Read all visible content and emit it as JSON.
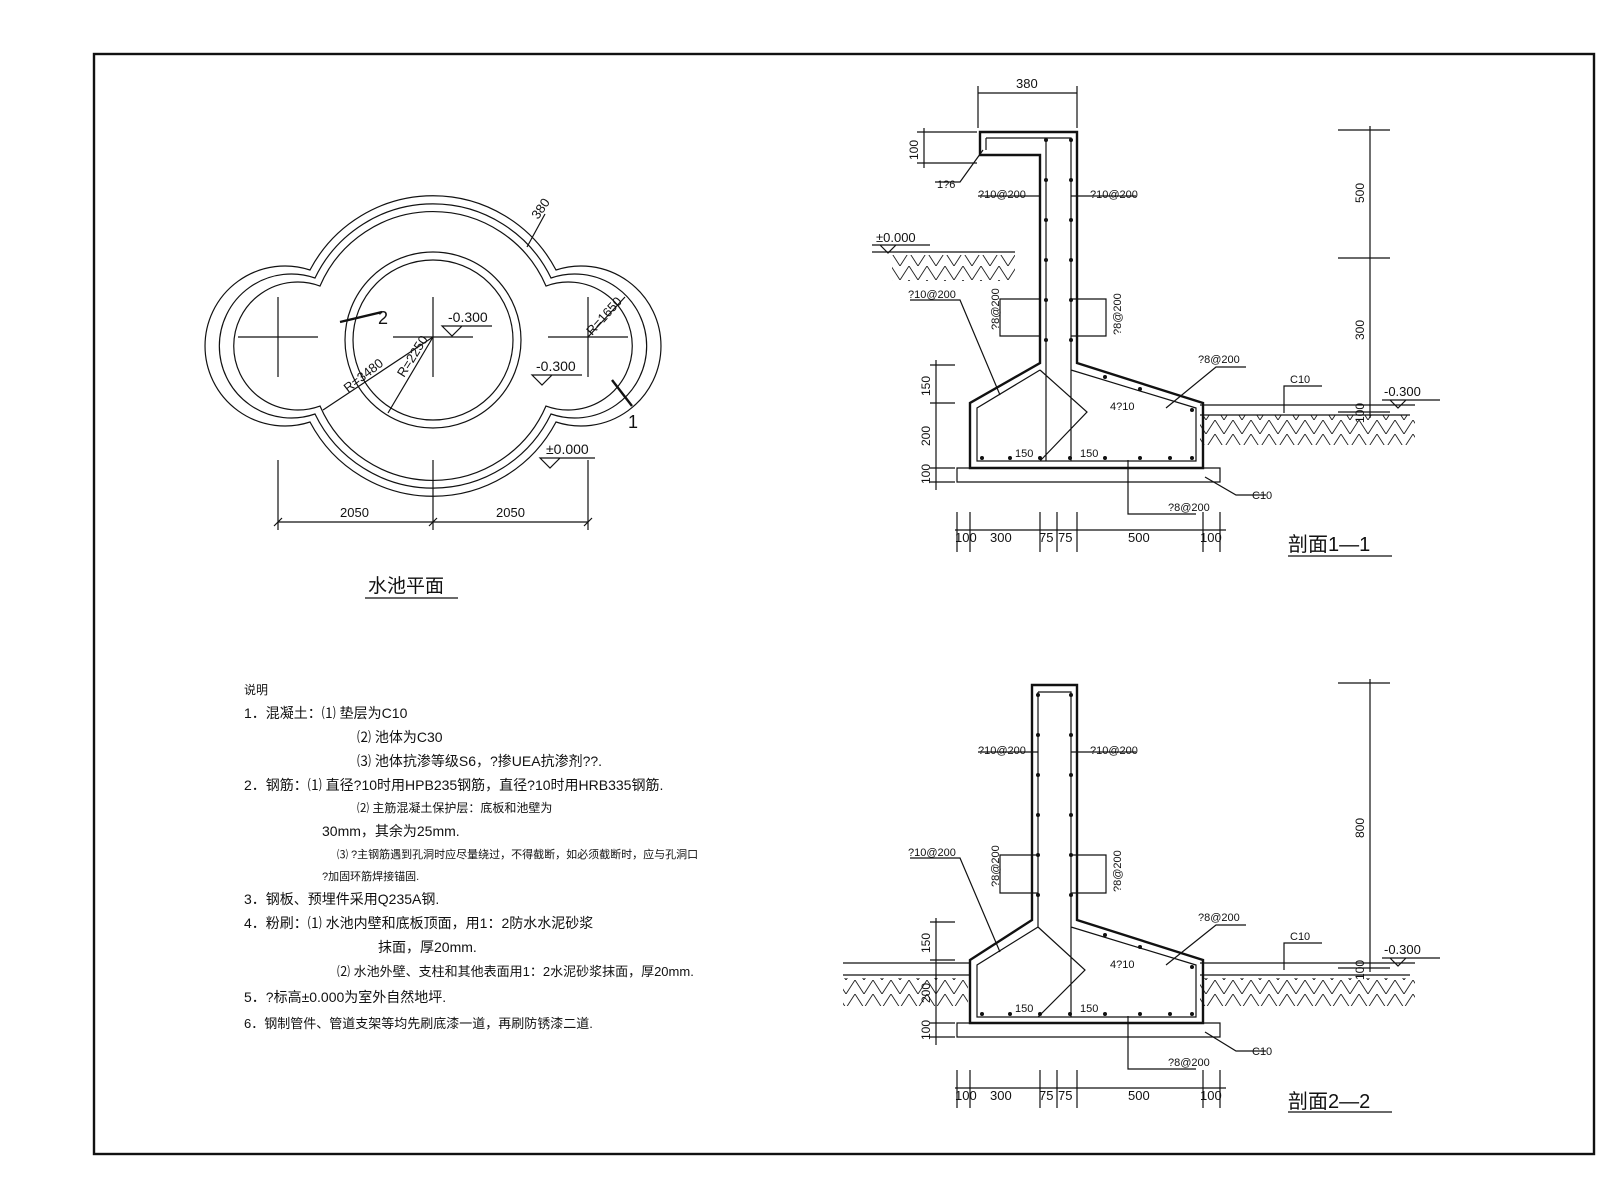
{
  "plan": {
    "title": "水池平面",
    "dim_bottom_left": "2050",
    "dim_bottom_right": "2050",
    "dim_wall": "380",
    "radius_outer_arc": "R=3480",
    "radius_inner": "R=2250",
    "radius_side": "R=1650",
    "level_center": "-0.300",
    "level_side": "-0.300",
    "level_ground": "±0.000",
    "section_mark_2": "2",
    "section_mark_1": "1"
  },
  "section1": {
    "title": "剖面1—1",
    "dim_top": "380",
    "dim_cap": "100",
    "label_cap": "1?6",
    "rebar_left_top": "?10@200",
    "rebar_right_top": "?10@200",
    "rebar_left_mid": "?8@200",
    "rebar_right_mid": "?8@200",
    "rebar_haunch_left": "?10@200",
    "rebar_haunch_right": "?8@200",
    "rebar_bottom": "?8@200",
    "rebar_main": "4?10",
    "level_ground": "±0.000",
    "level_right": "-0.300",
    "c10_top": "C10",
    "c10_bottom": "C10",
    "dim_v_150": "150",
    "dim_v_200": "200",
    "dim_v_100": "100",
    "dim_v_100r": "100",
    "dim_r_500": "500",
    "dim_r_300": "300",
    "inner_150a": "150",
    "inner_150b": "150",
    "dims_bottom": [
      "100",
      "300",
      "75",
      "75",
      "500",
      "100"
    ]
  },
  "section2": {
    "title": "剖面2—2",
    "rebar_left_top": "?10@200",
    "rebar_right_top": "?10@200",
    "rebar_left_mid": "?8@200",
    "rebar_right_mid": "?8@200",
    "rebar_haunch_left": "?10@200",
    "rebar_haunch_right": "?8@200",
    "rebar_bottom": "?8@200",
    "rebar_main": "4?10",
    "level_right": "-0.300",
    "c10_top": "C10",
    "c10_bottom": "C10",
    "dim_v_150": "150",
    "dim_v_200": "200",
    "dim_v_100": "100",
    "dim_v_100r": "100",
    "dim_r_800": "800",
    "inner_150a": "150",
    "inner_150b": "150",
    "dims_bottom": [
      "100",
      "300",
      "75",
      "75",
      "500",
      "100"
    ]
  },
  "notes": {
    "heading": "说明",
    "lines": [
      "1．混凝土：⑴ 垫层为C10",
      "⑵ 池体为C30",
      "⑶ 池体抗渗等级S6，?掺UEA抗渗剂??.",
      "2．钢筋：⑴ 直径?10时用HPB235钢筋，直径?10时用HRB335钢筋.",
      "⑵ 主筋混凝土保护层：底板和池壁为",
      "30mm，其余为25mm.",
      "⑶ ?主钢筋遇到孔洞时应尽量绕过，不得截断，如必须截断时，应与孔洞口",
      "?加固环筋焊接锚固.",
      "3．钢板、预埋件采用Q235A钢.",
      "4．粉刷：⑴ 水池内壁和底板顶面，用1：2防水水泥砂浆",
      "抹面，厚20mm.",
      "⑵ 水池外壁、支柱和其他表面用1：2水泥砂浆抹面，厚20mm.",
      "5．?标高±0.000为室外自然地坪.",
      "6．钢制管件、管道支架等均先刷底漆一道，再刷防锈漆二道."
    ]
  }
}
